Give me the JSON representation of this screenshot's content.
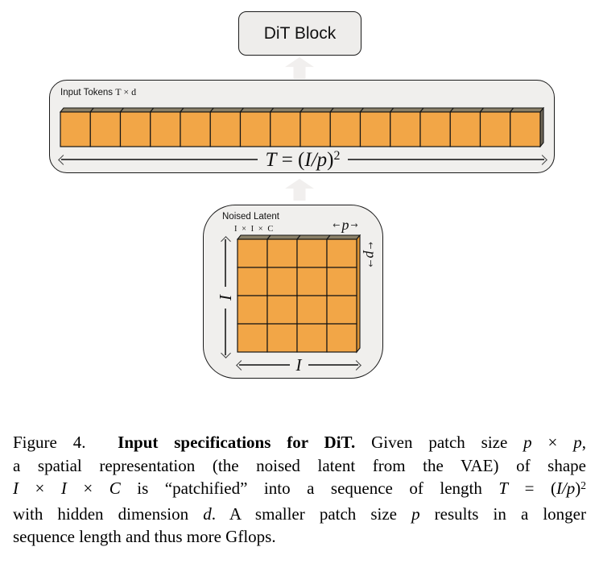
{
  "colors": {
    "orange": "#F2A647",
    "face_top": "#8A8068",
    "side_dark": "#6E6657",
    "side_orange": "#DD9434",
    "outline": "#141414",
    "box_bg": "#F0EFED",
    "block_arrow": "#F1EFEE",
    "dim_arrow": "#454545"
  },
  "dit_block": {
    "label": "DiT Block"
  },
  "tokens_box": {
    "label_prefix": "Input Tokens ",
    "label_dims": "T × d",
    "token_count": 16,
    "formula_segments": [
      {
        "t": "T",
        "s": "it"
      },
      {
        "t": " = (",
        "s": "rm"
      },
      {
        "t": "I/p",
        "s": "it"
      },
      {
        "t": ")",
        "s": "rm"
      },
      {
        "t": "2",
        "s": "sup"
      }
    ]
  },
  "latent_box": {
    "label": "Noised Latent",
    "shape": "I × I × C",
    "grid_rows": 4,
    "grid_cols": 4,
    "patch_label": "p",
    "image_label": "I",
    "arrow_left_glyph": "←",
    "arrow_right_glyph": "→"
  },
  "caption": {
    "segments": [
      {
        "t": "Figure 4.  ",
        "s": "rm"
      },
      {
        "t": "Input specifications for DiT.",
        "s": "bf"
      },
      {
        "t": " Given patch size ",
        "s": "rm"
      },
      {
        "t": "p",
        "s": "it"
      },
      {
        "t": " × ",
        "s": "rm"
      },
      {
        "t": "p",
        "s": "it"
      },
      {
        "t": ",",
        "s": "rm"
      },
      {
        "s": "br"
      },
      {
        "t": "a spatial representation (the noised latent from the VAE) of shape",
        "s": "rm"
      },
      {
        "s": "br"
      },
      {
        "t": "I",
        "s": "it"
      },
      {
        "t": " × ",
        "s": "rm"
      },
      {
        "t": "I",
        "s": "it"
      },
      {
        "t": " × ",
        "s": "rm"
      },
      {
        "t": "C",
        "s": "it"
      },
      {
        "t": " is “patchified” into a sequence of length ",
        "s": "rm"
      },
      {
        "t": "T",
        "s": "it"
      },
      {
        "t": " = (",
        "s": "rm"
      },
      {
        "t": "I/p",
        "s": "it"
      },
      {
        "t": ")",
        "s": "rm"
      },
      {
        "t": "2",
        "s": "sup"
      },
      {
        "s": "br"
      },
      {
        "t": "with hidden dimension ",
        "s": "rm"
      },
      {
        "t": "d",
        "s": "it"
      },
      {
        "t": ". A smaller patch size ",
        "s": "rm"
      },
      {
        "t": "p",
        "s": "it"
      },
      {
        "t": " results in a longer",
        "s": "rm"
      }
    ],
    "last_line": "sequence length and thus more Gflops."
  }
}
